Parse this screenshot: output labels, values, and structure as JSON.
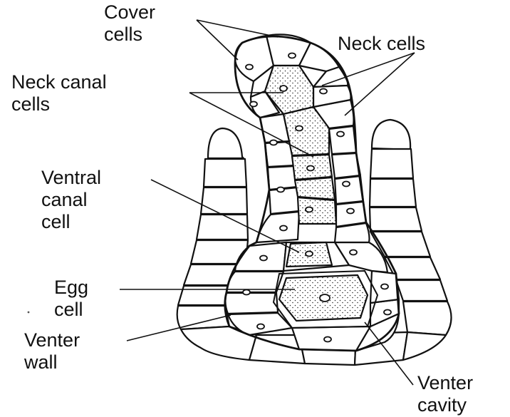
{
  "diagram": {
    "labels": {
      "cover_cells": "Cover\ncells",
      "neck_cells": "Neck cells",
      "neck_canal_cells": "Neck canal\ncells",
      "ventral_canal_cell": "Ventral\ncanal\ncell",
      "egg_cell": "Egg\ncell",
      "venter_wall": "Venter\nwall",
      "venter_cavity": "Venter\ncavity"
    }
  }
}
